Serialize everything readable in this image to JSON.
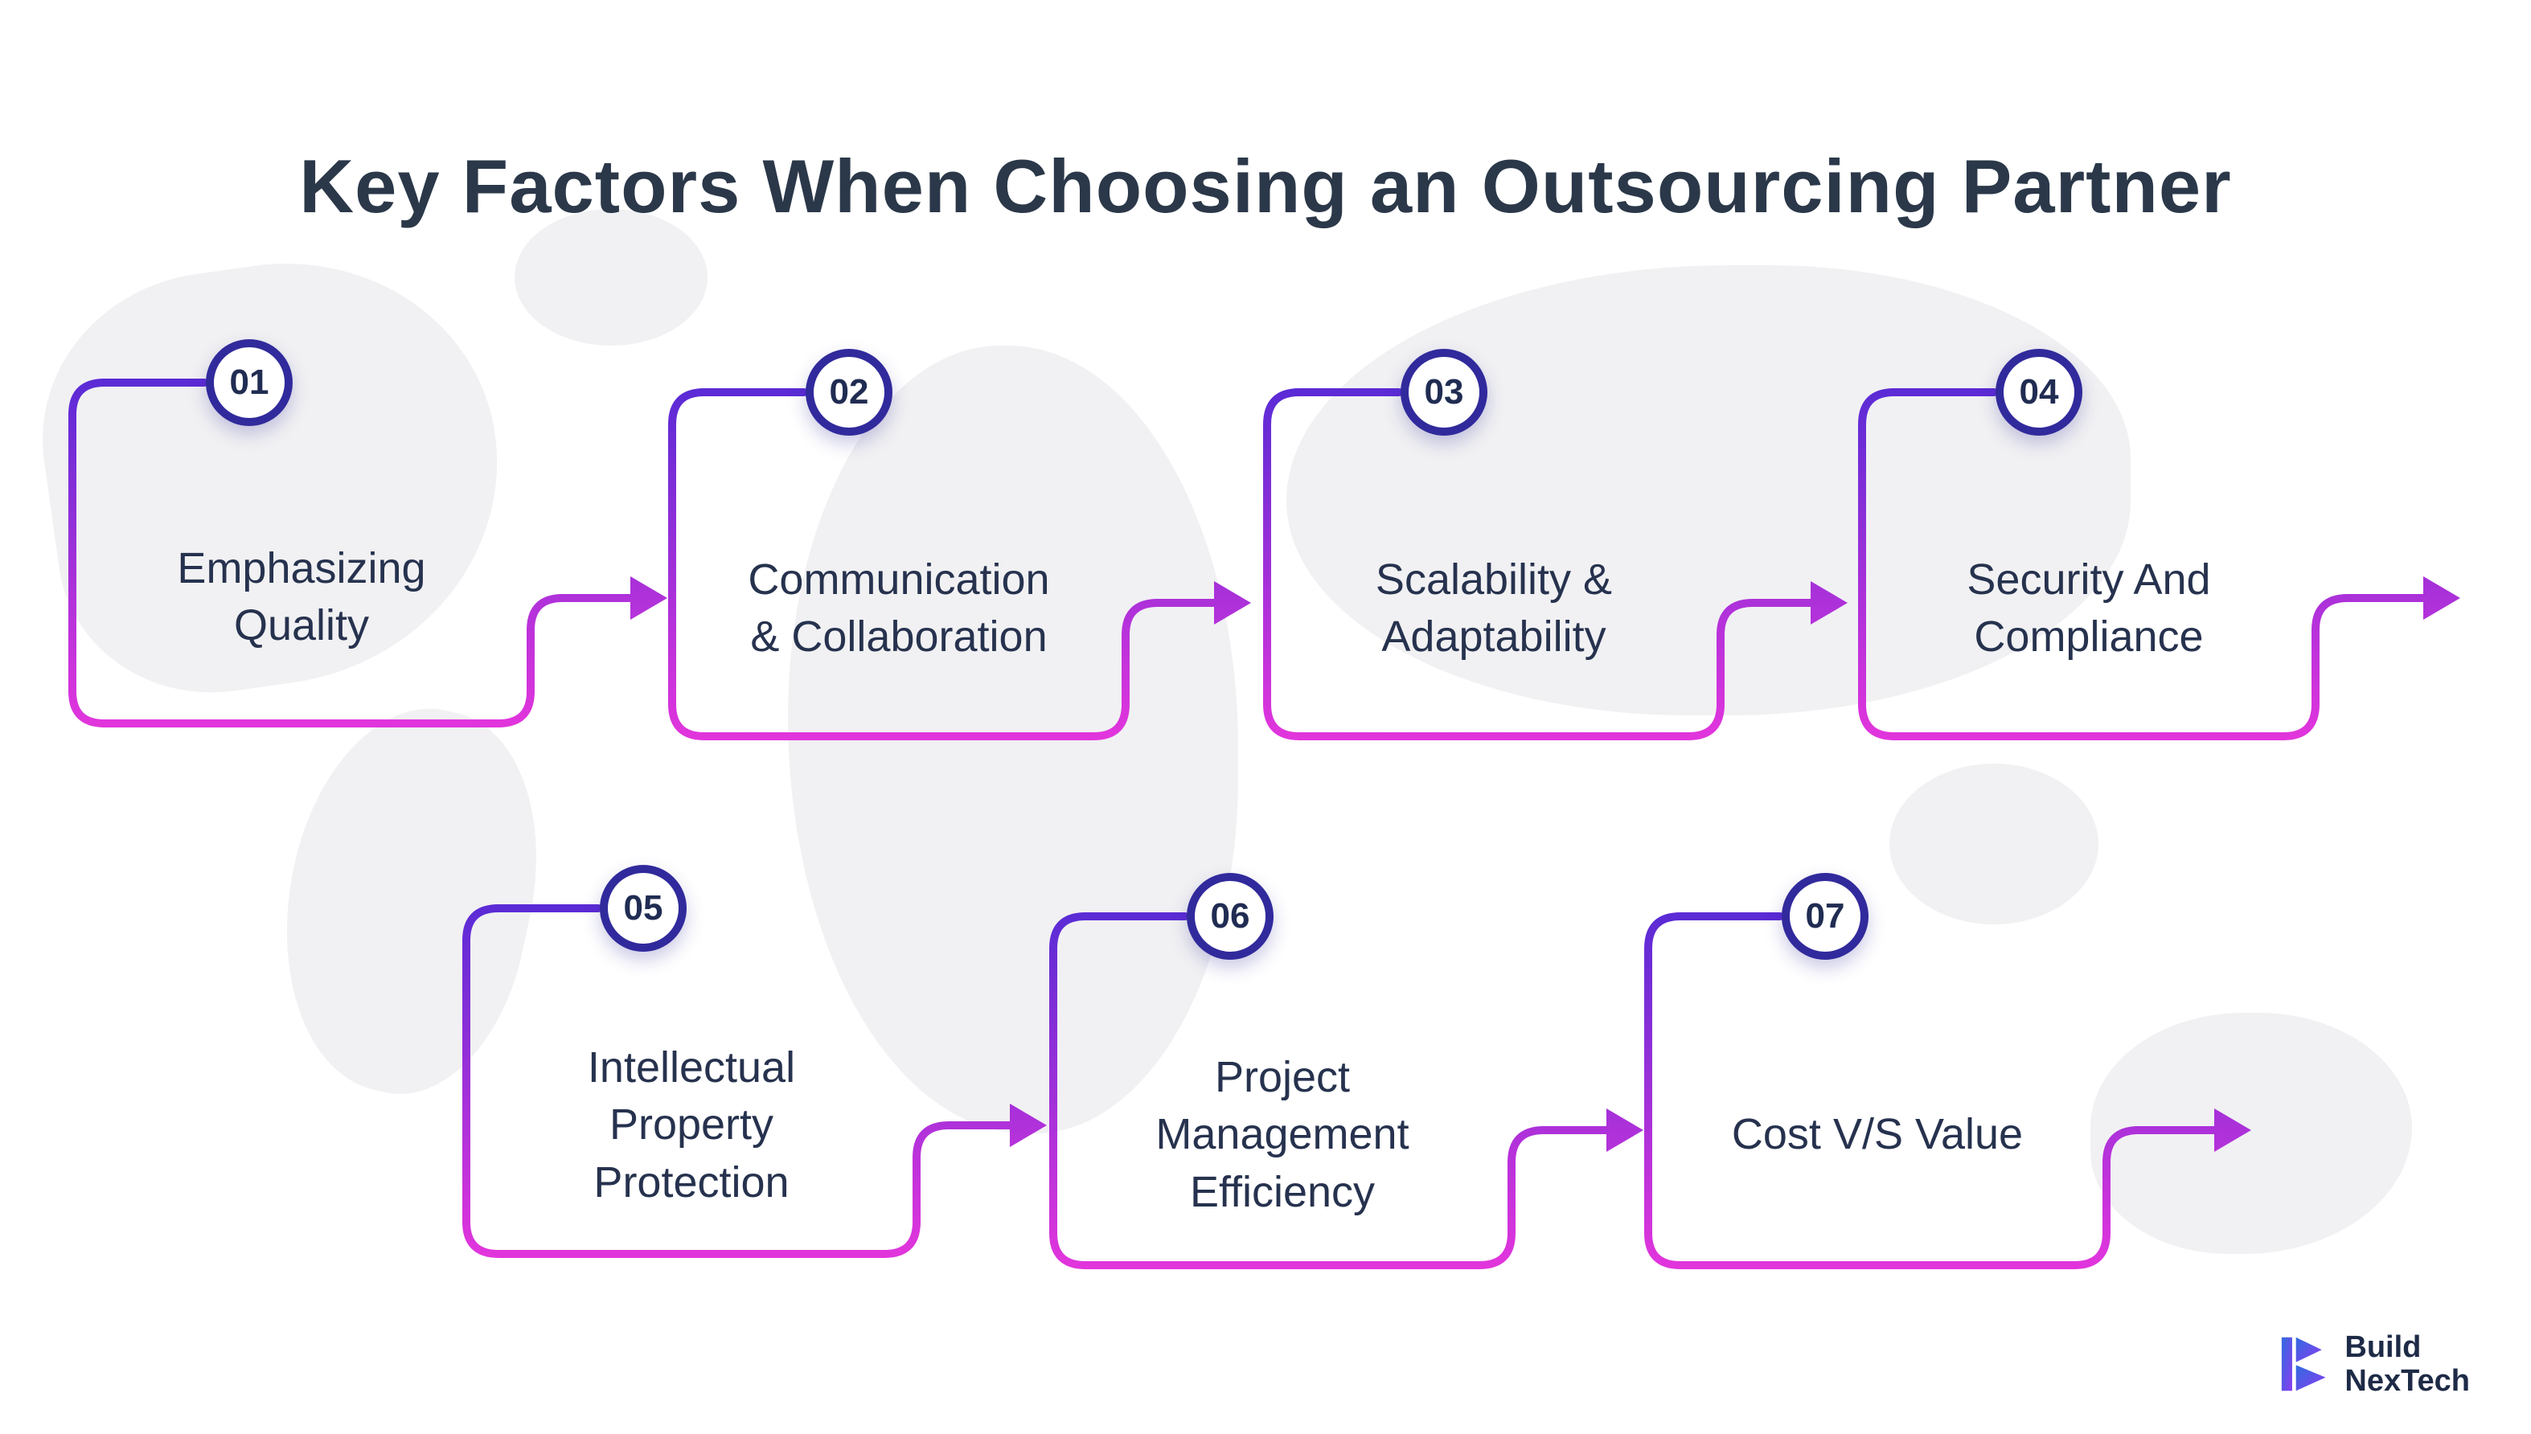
{
  "title": "Key Factors When Choosing an Outsourcing Partner",
  "steps": [
    {
      "number": "01",
      "label": "Emphasizing Quality",
      "lines": [
        "Emphasizing",
        "Quality"
      ]
    },
    {
      "number": "02",
      "label": "Communication & Collaboration",
      "lines": [
        "Communication",
        "& Collaboration"
      ]
    },
    {
      "number": "03",
      "label": "Scalability & Adaptability",
      "lines": [
        "Scalability &",
        "Adaptability"
      ]
    },
    {
      "number": "04",
      "label": "Security And Compliance",
      "lines": [
        "Security And",
        "Compliance"
      ]
    },
    {
      "number": "05",
      "label": "Intellectual Property Protection",
      "lines": [
        "Intellectual",
        "Property",
        "Protection"
      ]
    },
    {
      "number": "06",
      "label": "Project Management Efficiency",
      "lines": [
        "Project",
        "Management",
        "Efficiency"
      ]
    },
    {
      "number": "07",
      "label": "Cost V/S Value",
      "lines": [
        "Cost V/S Value"
      ]
    }
  ],
  "logo": {
    "line1": "Build",
    "line2": "NexTech"
  },
  "colors": {
    "gradient_top": "#5b2bd5",
    "gradient_bottom": "#e135dc",
    "circle_border": "#312a9c",
    "number_text": "#202c52",
    "label_text": "#26324e",
    "title_text": "#2b3849",
    "logo_text": "#1e2b47",
    "logo_gradient_start": "#2f6bdf",
    "logo_gradient_end": "#8b3cf0"
  }
}
